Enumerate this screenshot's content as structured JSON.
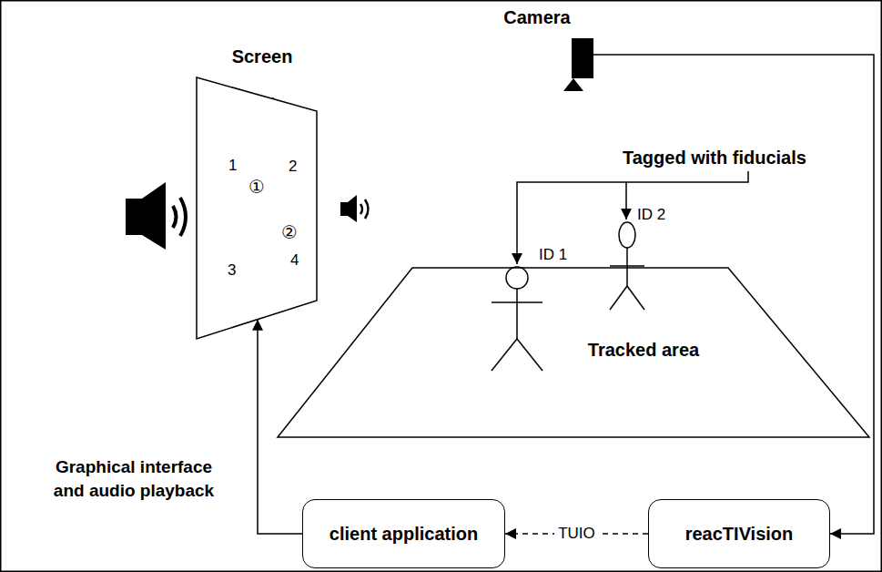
{
  "diagram": {
    "nodes": [
      {
        "text": [
          "Screen"
        ]
      },
      {
        "text": [
          "Camera"
        ]
      },
      {
        "text": [
          "Tracked area"
        ]
      },
      {
        "text": [
          "client application"
        ]
      },
      {
        "text": [
          "reacTIVision"
        ]
      }
    ],
    "edges": [
      {
        "from": 1,
        "to": 4,
        "arrow": "to"
      },
      {
        "from": 4,
        "to": 3,
        "label": "TUIO",
        "arrow": "to"
      },
      {
        "from": 3,
        "to": 0,
        "label": "Graphical interface and audio playback",
        "arrow": "to"
      }
    ],
    "labels": [
      "1",
      "①",
      "2",
      "3",
      "②",
      "4",
      "Tagged with fiducials",
      "ID 1",
      "ID 2"
    ]
  }
}
